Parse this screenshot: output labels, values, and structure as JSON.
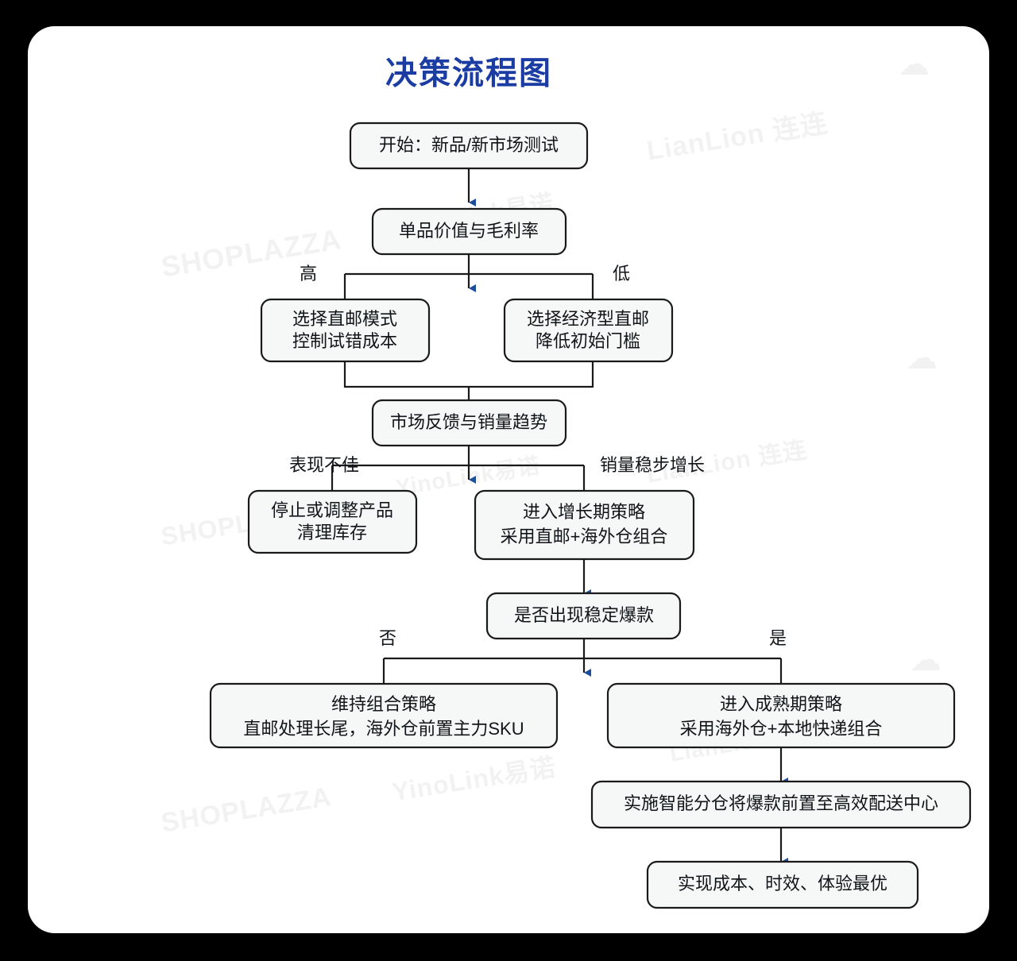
{
  "page": {
    "background_color": "#000000",
    "card_color": "#ffffff",
    "title": "决策流程图",
    "title_color": "#1b3da3",
    "node_fill": "#f6f7f7",
    "node_stroke": "#1a1a1a",
    "arrow_color": "#1d4e9b"
  },
  "watermarks": [
    {
      "text": "LianLion 连连"
    },
    {
      "text": "SHOPLAZZA"
    },
    {
      "text": "YinoLink易诺"
    }
  ],
  "chart_data": {
    "type": "diagram",
    "title": "决策流程图",
    "nodes": [
      {
        "id": "n1",
        "label": "开始：新品/新市场测试",
        "lines": [
          "开始：新品/新市场测试"
        ]
      },
      {
        "id": "n2",
        "label": "单品价值与毛利率",
        "lines": [
          "单品价值与毛利率"
        ]
      },
      {
        "id": "n3",
        "label": "选择直邮模式 控制试错成本",
        "lines": [
          "选择直邮模式",
          "控制试错成本"
        ]
      },
      {
        "id": "n4",
        "label": "选择经济型直邮 降低初始门槛",
        "lines": [
          "选择经济型直邮",
          "降低初始门槛"
        ]
      },
      {
        "id": "n5",
        "label": "市场反馈与销量趋势",
        "lines": [
          "市场反馈与销量趋势"
        ]
      },
      {
        "id": "n6",
        "label": "停止或调整产品 清理库存",
        "lines": [
          "停止或调整产品",
          "清理库存"
        ]
      },
      {
        "id": "n7",
        "label": "进入增长期策略 采用直邮+海外仓组合",
        "lines": [
          "进入增长期策略",
          "采用直邮+海外仓组合"
        ]
      },
      {
        "id": "n8",
        "label": "是否出现稳定爆款",
        "lines": [
          "是否出现稳定爆款"
        ]
      },
      {
        "id": "n9",
        "label": "维持组合策略 直邮处理长尾，海外仓前置主力SKU",
        "lines": [
          "维持组合策略",
          "直邮处理长尾，海外仓前置主力SKU"
        ]
      },
      {
        "id": "n10",
        "label": "进入成熟期策略 采用海外仓+本地快递组合",
        "lines": [
          "进入成熟期策略",
          "采用海外仓+本地快递组合"
        ]
      },
      {
        "id": "n11",
        "label": "实施智能分仓将爆款前置至高效配送中心",
        "lines": [
          "实施智能分仓将爆款前置至高效配送中心"
        ]
      },
      {
        "id": "n12",
        "label": "实现成本、时效、体验最优",
        "lines": [
          "实现成本、时效、体验最优"
        ]
      }
    ],
    "edge_labels": [
      {
        "id": "e1",
        "text": "高"
      },
      {
        "id": "e2",
        "text": "低"
      },
      {
        "id": "e3",
        "text": "表现不佳"
      },
      {
        "id": "e4",
        "text": "销量稳步增长"
      },
      {
        "id": "e5",
        "text": "否"
      },
      {
        "id": "e6",
        "text": "是"
      }
    ],
    "edges": [
      {
        "from": "n1",
        "to": "n2",
        "label": ""
      },
      {
        "from": "n2",
        "to": "n3",
        "label": "高"
      },
      {
        "from": "n2",
        "to": "n4",
        "label": "低"
      },
      {
        "from": "n3",
        "to": "n5",
        "label": ""
      },
      {
        "from": "n4",
        "to": "n5",
        "label": ""
      },
      {
        "from": "n5",
        "to": "n6",
        "label": "表现不佳"
      },
      {
        "from": "n5",
        "to": "n7",
        "label": "销量稳步增长"
      },
      {
        "from": "n7",
        "to": "n8",
        "label": ""
      },
      {
        "from": "n8",
        "to": "n9",
        "label": "否"
      },
      {
        "from": "n8",
        "to": "n10",
        "label": "是"
      },
      {
        "from": "n10",
        "to": "n11",
        "label": ""
      },
      {
        "from": "n11",
        "to": "n12",
        "label": ""
      }
    ]
  }
}
